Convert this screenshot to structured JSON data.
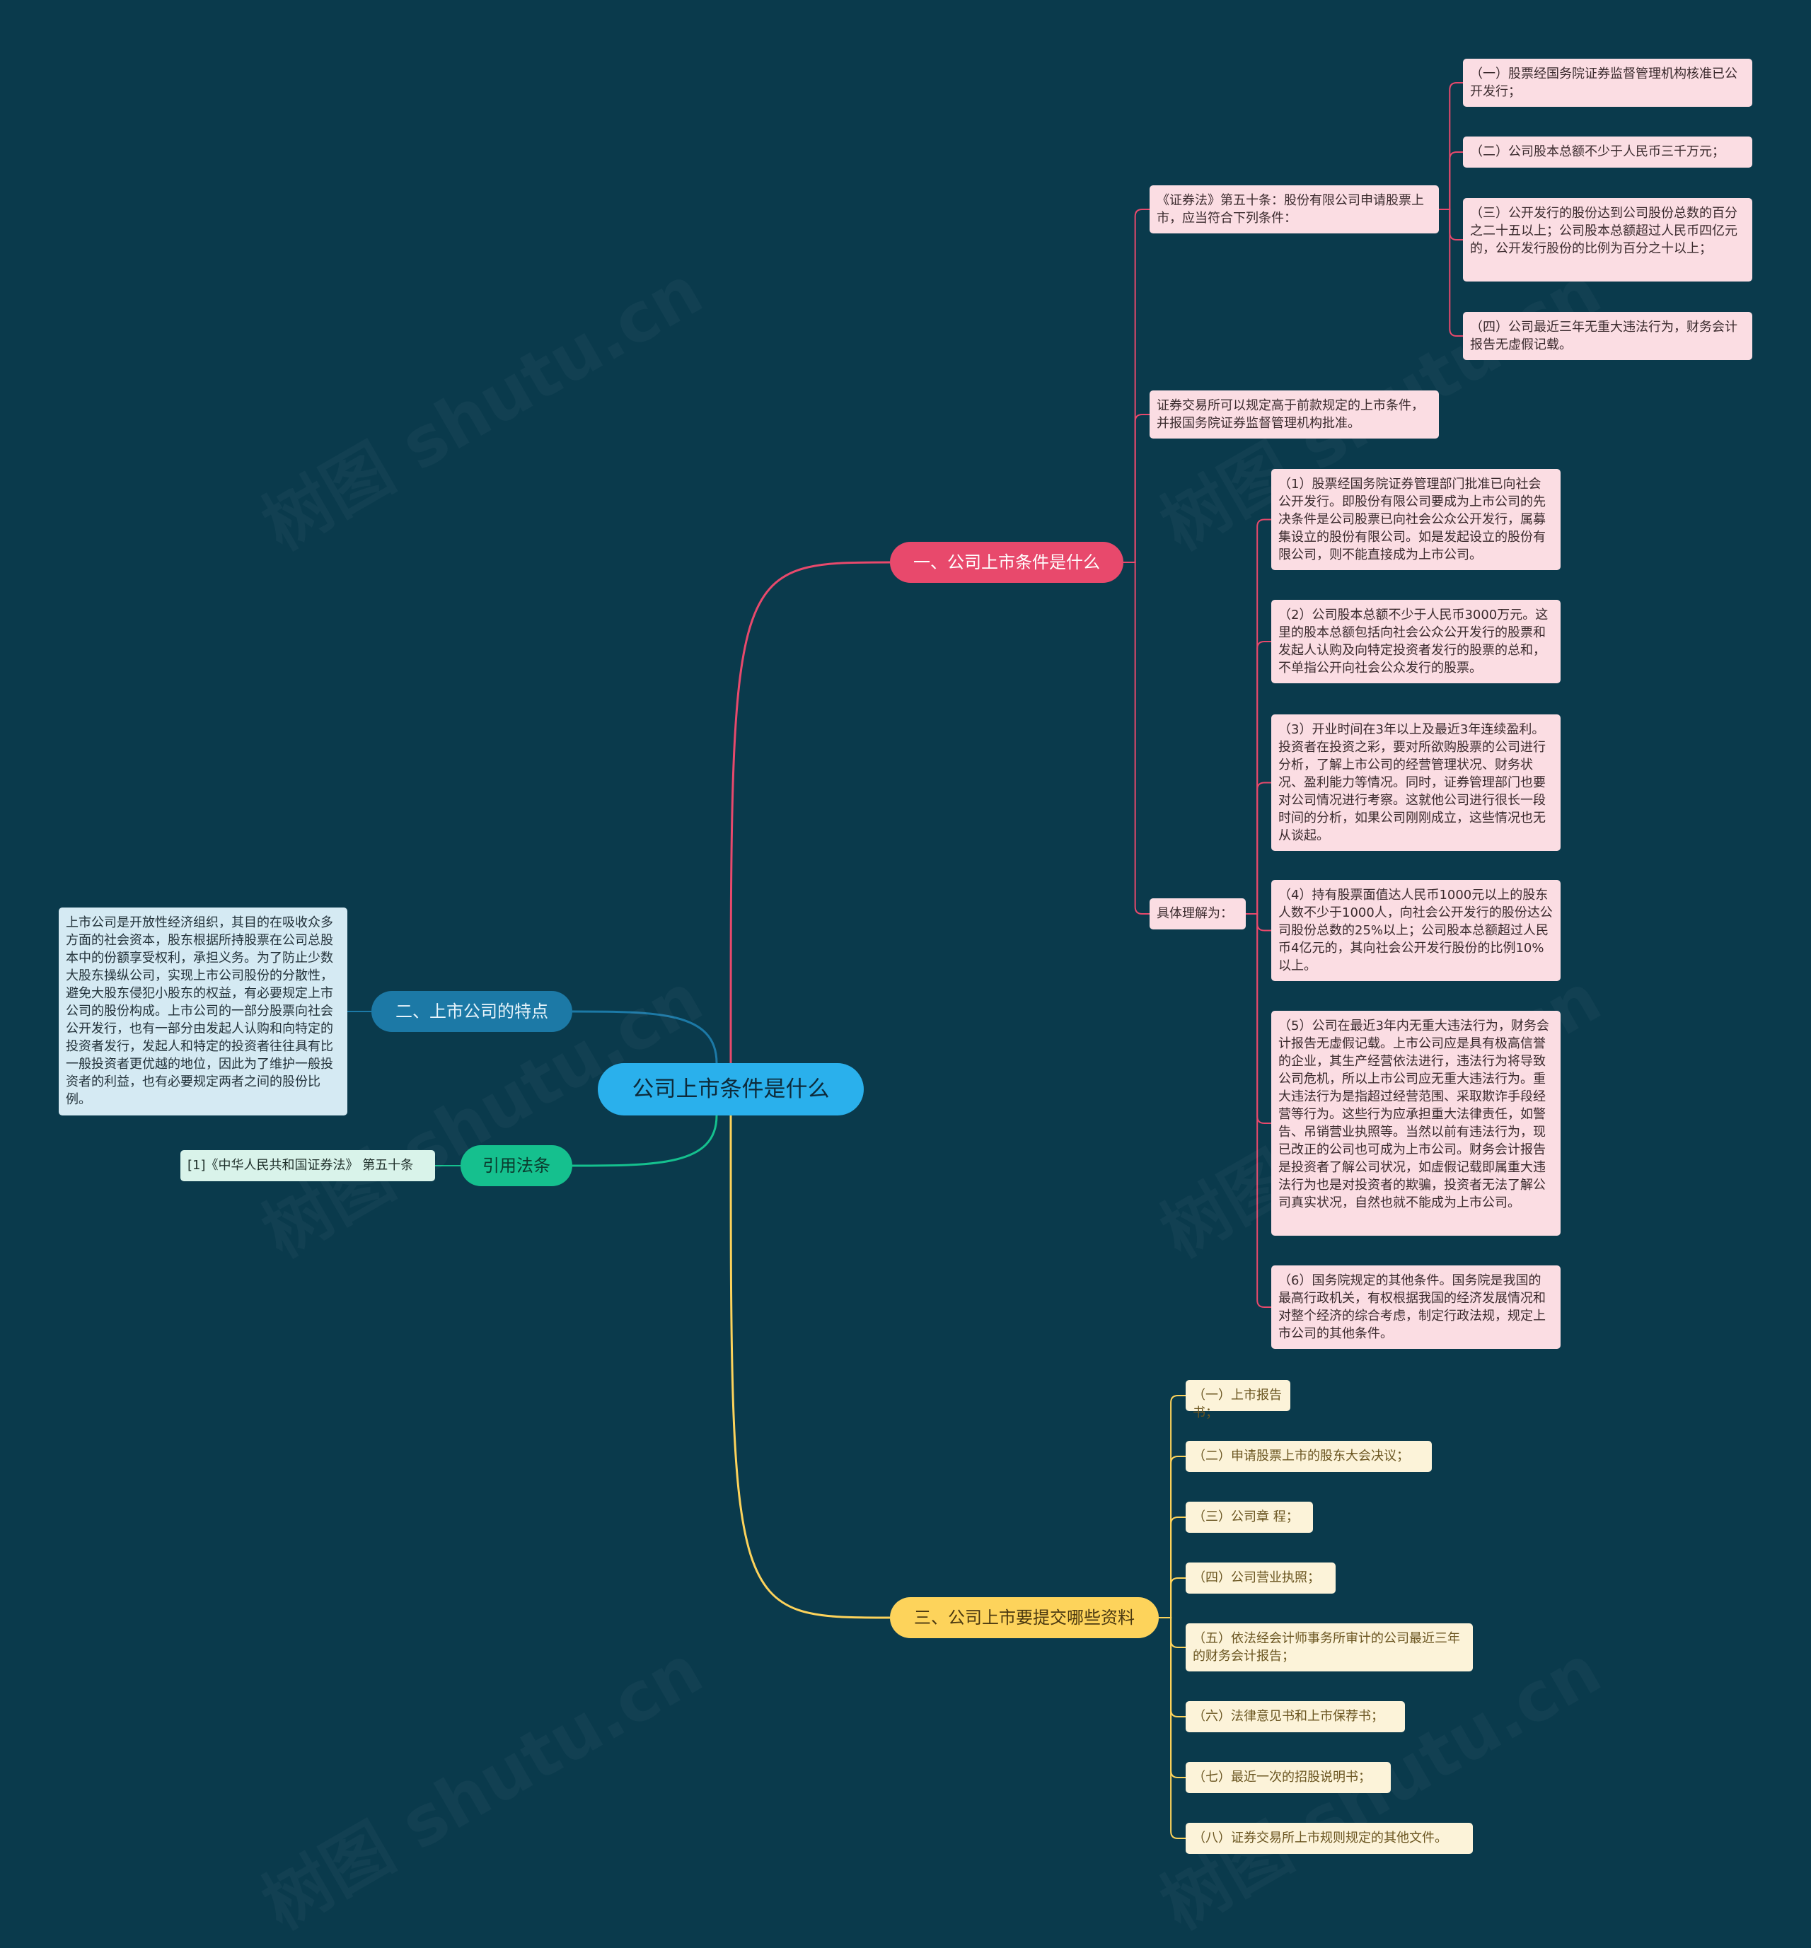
{
  "root": {
    "label": "公司上市条件是什么"
  },
  "colors": {
    "background": "#0a3a4c",
    "red": "#e8496c",
    "blue": "#1c79a6",
    "green": "#15c08e",
    "yellow": "#fdd35b",
    "root": "#2ab0ec"
  },
  "branch1": {
    "label": "一、公司上市条件是什么",
    "law": {
      "label": "《证券法》第五十条：股份有限公司申请股票上市，应当符合下列条件：",
      "items": [
        "（一）股票经国务院证券监督管理机构核准已公开发行；",
        "（二）公司股本总额不少于人民币三千万元；",
        "（三）公开发行的股份达到公司股份总数的百分之二十五以上；公司股本总额超过人民币四亿元的，公开发行股份的比例为百分之十以上；",
        "（四）公司最近三年无重大违法行为，财务会计报告无虚假记载。"
      ]
    },
    "exchange": {
      "label": "证券交易所可以规定高于前款规定的上市条件，并报国务院证券监督管理机构批准。"
    },
    "detail": {
      "label": "具体理解为：",
      "items": [
        "（1）股票经国务院证券管理部门批准已向社会公开发行。即股份有限公司要成为上市公司的先决条件是公司股票已向社会公众公开发行，属募集设立的股份有限公司。如是发起设立的股份有限公司，则不能直接成为上市公司。",
        "（2）公司股本总额不少于人民币3000万元。这里的股本总额包括向社会公众公开发行的股票和发起人认购及向特定投资者发行的股票的总和，不单指公开向社会公众发行的股票。",
        "（3）开业时间在3年以上及最近3年连续盈利。投资者在投资之彩，要对所欲购股票的公司进行分析，了解上市公司的经营管理状况、财务状况、盈利能力等情况。同时，证券管理部门也要对公司情况进行考察。这就他公司进行很长一段时间的分析，如果公司刚刚成立，这些情况也无从谈起。",
        "（4）持有股票面值达人民币1000元以上的股东人数不少于1000人，向社会公开发行的股份达公司股份总数的25%以上；公司股本总额超过人民币4亿元的，其向社会公开发行股份的比例10%以上。",
        "（5）公司在最近3年内无重大违法行为，财务会计报告无虚假记载。上市公司应是具有极高信誉的企业，其生产经营依法进行，违法行为将导致公司危机，所以上市公司应无重大违法行为。重大违法行为是指超过经营范围、采取欺诈手段经营等行为。这些行为应承担重大法律责任，如警告、吊销营业执照等。当然以前有违法行为，现已改正的公司也可成为上市公司。财务会计报告是投资者了解公司状况，如虚假记载即属重大违法行为也是对投资者的欺骗，投资者无法了解公司真实状况，自然也就不能成为上市公司。",
        "（6）国务院规定的其他条件。国务院是我国的最高行政机关，有权根据我国的经济发展情况和对整个经济的综合考虑，制定行政法规，规定上市公司的其他条件。"
      ]
    }
  },
  "branch2": {
    "label": "二、上市公司的特点",
    "text": "上市公司是开放性经济组织，其目的在吸收众多方面的社会资本，股东根据所持股票在公司总股本中的份额享受权利，承担义务。为了防止少数大股东操纵公司，实现上市公司股份的分散性，避免大股东侵犯小股东的权益，有必要规定上市公司的股份构成。上市公司的一部分股票向社会公开发行，也有一部分由发起人认购和向特定的投资者发行，发起人和特定的投资者往往具有比一般投资者更优越的地位，因此为了维护一般投资者的利益，也有必要规定两者之间的股份比例。"
  },
  "branch3": {
    "label": "引用法条",
    "text": "[1]《中华人民共和国证券法》 第五十条"
  },
  "branch4": {
    "label": "三、公司上市要提交哪些资料",
    "items": [
      "（一）上市报告书；",
      "（二）申请股票上市的股东大会决议；",
      "（三）公司章 程；",
      "（四）公司营业执照；",
      "（五）依法经会计师事务所审计的公司最近三年的财务会计报告；",
      "（六）法律意见书和上市保荐书；",
      "（七）最近一次的招股说明书；",
      "（八）证券交易所上市规则规定的其他文件。"
    ]
  },
  "watermark": "树图 shutu.cn"
}
